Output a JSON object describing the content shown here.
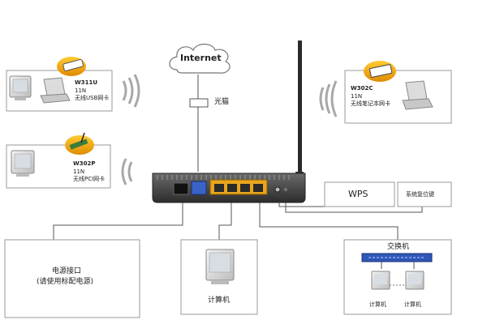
{
  "cloud": {
    "label": "Internet"
  },
  "modem": {
    "label": "光猫"
  },
  "devices": {
    "w311u": {
      "model": "W311U",
      "spec": "11N",
      "desc": "无线USB网卡"
    },
    "w302p": {
      "model": "W302P",
      "spec": "11N",
      "desc": "无线PCI网卡"
    },
    "w302c": {
      "model": "W302C",
      "spec": "11N",
      "desc": "无线笔记本网卡"
    }
  },
  "buttons": {
    "wps": "WPS",
    "reset": "系统复位键"
  },
  "power": {
    "line1": "电源接口",
    "line2": "(请使用标配电源)"
  },
  "pc": {
    "label": "计算机"
  },
  "switch_group": {
    "title": "交换机",
    "pc_label": "计算机"
  },
  "colors": {
    "lan_port": "#e8a51d",
    "wan_port": "#3a63c8",
    "router_body": "#3c3c3c",
    "switch_body": "#2f57b8"
  }
}
